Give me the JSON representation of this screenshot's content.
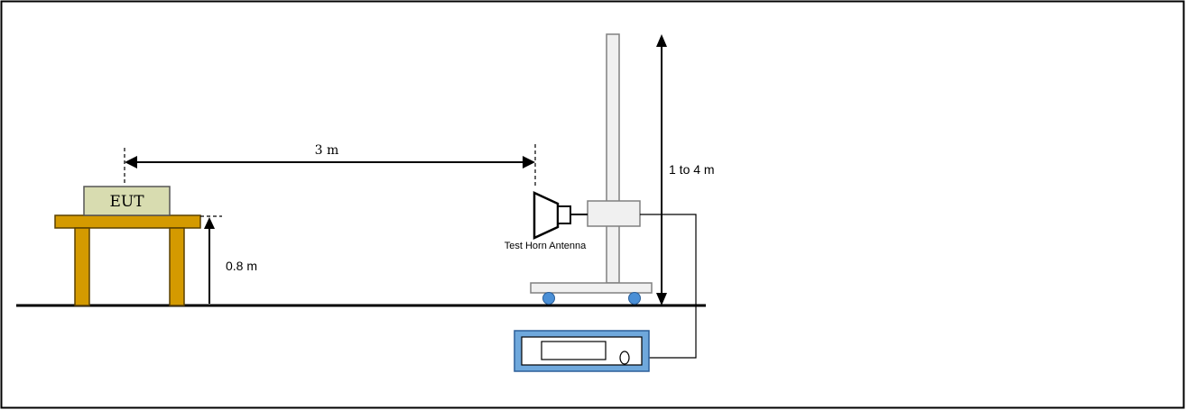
{
  "labels": {
    "eut": "EUT",
    "distance": "3 m",
    "table_height": "0.8 m",
    "mast_height": "1 to 4 m",
    "antenna": "Test Horn Antenna"
  },
  "colors": {
    "border": "#000000",
    "table_wood": "#d49a00",
    "table_edge": "#5a4000",
    "eut_fill": "#d8dcb0",
    "mast_fill": "#f0f0f0",
    "mast_edge": "#808080",
    "wheel_fill": "#4a8fd6",
    "receiver_outer": "#6fa8dc",
    "receiver_inner": "#ffffff",
    "line": "#000000"
  }
}
